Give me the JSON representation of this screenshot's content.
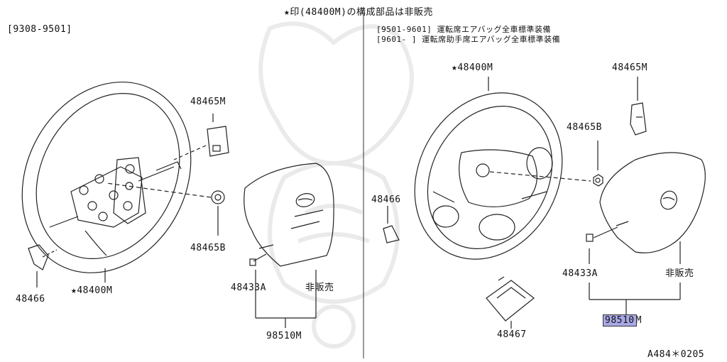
{
  "header": {
    "note": "★印(48400M)の構成部品は非販売"
  },
  "left_panel": {
    "period": "[9308-9501]",
    "part_wheel": "★48400M",
    "part_switch_m": "48465M",
    "part_nut_b": "48465B",
    "part_grommet": "48466",
    "part_bolt": "48433A",
    "not_sold": "非販売",
    "assembly": "98510M"
  },
  "right_panel": {
    "period_1": "[9501-9601]",
    "period_1_text": "運転席エアバッグ全車標準装備",
    "period_2": "[9601-     ]",
    "period_2_text": "運転席助手席エアバッグ全車標準装備",
    "part_wheel": "★48400M",
    "part_switch_m": "48465M",
    "part_nut_b": "48465B",
    "part_grommet": "48466",
    "part_cover": "48467",
    "part_bolt": "48433A",
    "not_sold": "非販売",
    "assembly_a": "98510",
    "assembly_b": "M"
  },
  "footer": {
    "figure_id": "A484＊0205"
  }
}
